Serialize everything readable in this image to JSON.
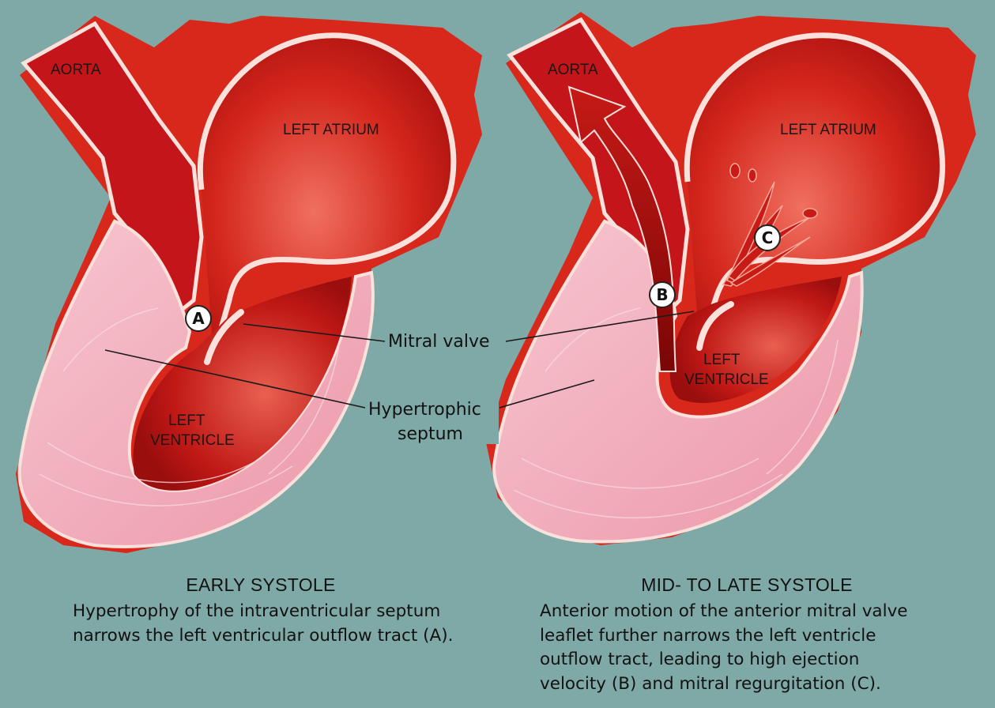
{
  "panels": [
    {
      "labels": {
        "aorta": "AORTA",
        "atrium": "LEFT ATRIUM",
        "ventricle_1": "LEFT",
        "ventricle_2": "VENTRICLE"
      },
      "marker": "A",
      "title": "EARLY SYSTOLE",
      "caption": [
        "Hypertrophy of the intraventricular septum",
        "narrows the left ventricular outflow tract (A)."
      ]
    },
    {
      "labels": {
        "aorta": "AORTA",
        "atrium": "LEFT ATRIUM",
        "ventricle_1": "LEFT",
        "ventricle_2": "VENTRICLE"
      },
      "markers": [
        "B",
        "C"
      ],
      "title": "MID- TO LATE SYSTOLE",
      "caption": [
        "Anterior motion of the anterior mitral valve",
        "leaflet further narrows the left ventricle",
        "outflow tract, leading to high ejection",
        "velocity (B) and mitral regurgitation (C)."
      ]
    }
  ],
  "callouts": {
    "mitral_valve": "Mitral valve",
    "septum_1": "Hypertrophic",
    "septum_2": "septum"
  },
  "colors": {
    "background": "#7fa9a7",
    "tissue_red": "#d8281c",
    "cavity_red": "#c4161a",
    "myocardium_pink": "#f3b2c0",
    "outline_light": "#fbe1dc"
  }
}
